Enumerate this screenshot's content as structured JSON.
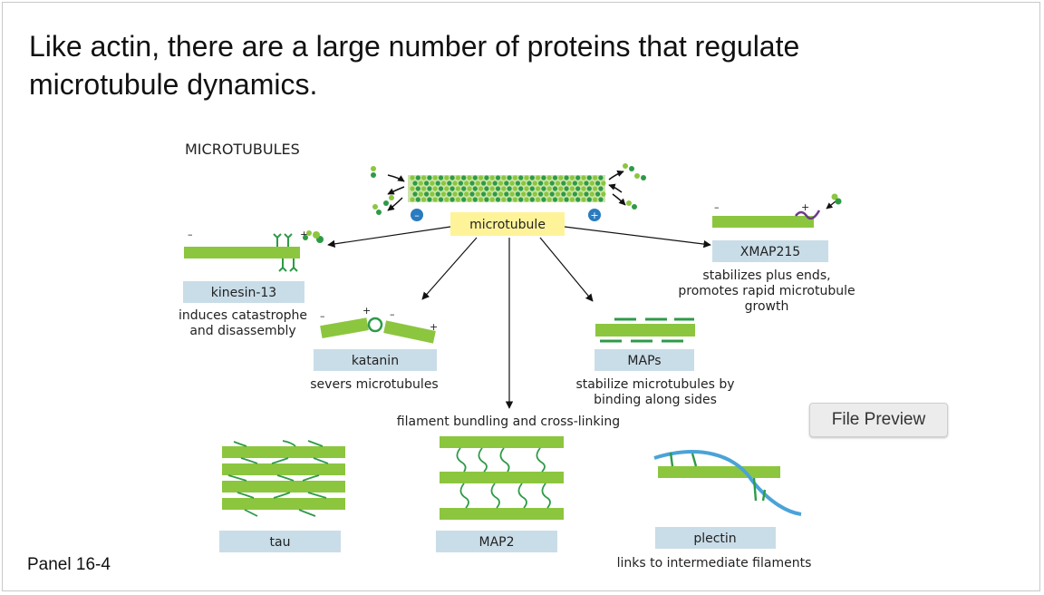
{
  "slide": {
    "title": "Like actin, there are a large number of proteins that regulate microtubule dynamics.",
    "panel_label": "Panel 16-4"
  },
  "diagram": {
    "heading": "MICROTUBULES",
    "center_label": "microtubule",
    "filament_caption": "filament bundling and cross-linking",
    "proteins": {
      "kinesin13": {
        "name": "kinesin-13",
        "desc": [
          "induces catastrophe",
          "and disassembly"
        ]
      },
      "katanin": {
        "name": "katanin",
        "desc": [
          "severs microtubules"
        ]
      },
      "maps": {
        "name": "MAPs",
        "desc": [
          "stabilize microtubules by",
          "binding along sides"
        ]
      },
      "xmap215": {
        "name": "XMAP215",
        "desc": [
          "stabilizes plus ends,",
          "promotes rapid microtubule",
          "growth"
        ]
      },
      "tau": {
        "name": "tau"
      },
      "map2": {
        "name": "MAP2"
      },
      "plectin": {
        "name": "plectin",
        "desc": [
          "links to intermediate filaments"
        ]
      }
    },
    "end_signs": {
      "minus": "–",
      "plus": "+"
    }
  },
  "ui": {
    "file_preview_label": "File Preview"
  },
  "colors": {
    "microtubule": "#8cc63f",
    "dark_green": "#2e9a47",
    "label_box": "#c9dde8",
    "center_box": "#fff39a",
    "plectin_filament": "#4aa3d8",
    "xmap_purple": "#6a3c8c"
  }
}
